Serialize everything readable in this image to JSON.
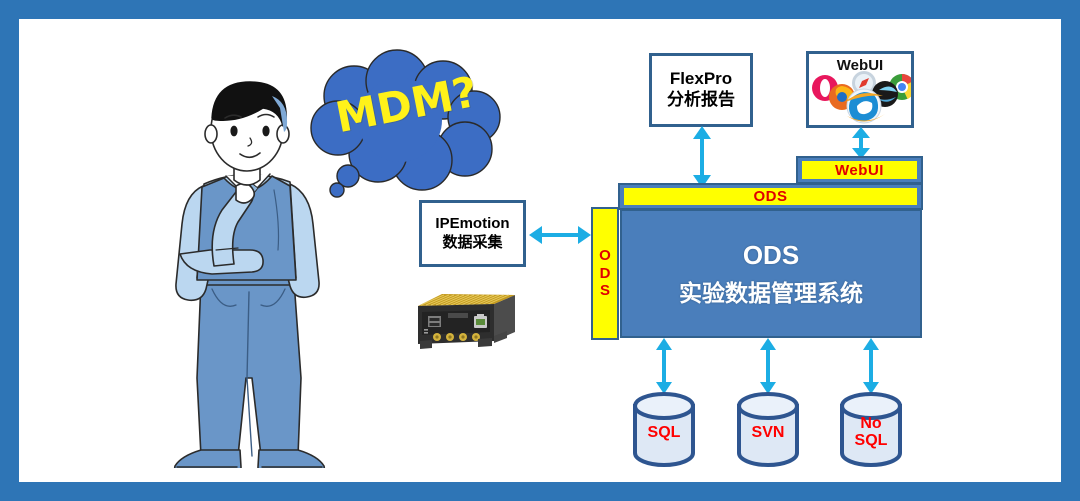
{
  "frame": {
    "border_color": "#2E75B6",
    "background": "#ffffff"
  },
  "palette": {
    "arrow_cyan": "#1CADE4",
    "ods_blue": "#4A7EBB",
    "ods_border": "#31618E",
    "ods_yellow": "#FFFF00",
    "label_red": "#E00000",
    "bubble_blue": "#3C6DC4",
    "bubble_text_yellow": "#FFF21A",
    "cylinder_fill": "#DEE8F5",
    "cylinder_stroke": "#2E5590",
    "person_shirt": "#BBD7F0",
    "person_vest": "#6A96C8",
    "person_hair": "#111111",
    "device_gold": "#D3A220",
    "device_body": "#3A3A3A"
  },
  "thought_bubble": {
    "text": "MDM?",
    "icon": "thought-cloud-icon"
  },
  "person": {
    "icon": "thinking-person-illustration",
    "pose": "hand-on-chin"
  },
  "boxes": {
    "flexpro": {
      "line1": "FlexPro",
      "line2": "分析报告"
    },
    "ipemotion": {
      "line1": "IPEmotion",
      "line2": "数据采集"
    },
    "webui_panel": {
      "title": "WebUI",
      "browsers": [
        {
          "name": "opera-icon",
          "label": "O"
        },
        {
          "name": "firefox-icon",
          "label": ""
        },
        {
          "name": "safari-icon",
          "label": ""
        },
        {
          "name": "chrome-icon",
          "label": ""
        },
        {
          "name": "edge-legacy-icon",
          "label": ""
        },
        {
          "name": "internet-explorer-icon",
          "label": "e"
        }
      ]
    }
  },
  "ods_system": {
    "webui_bar_label": "WebUI",
    "top_bar_label": "ODS",
    "side_bar_label": "ODS",
    "side_bar_letters": [
      "O",
      "D",
      "S"
    ],
    "title": "ODS",
    "subtitle": "实验数据管理系统"
  },
  "databases": [
    {
      "label": "SQL",
      "lines": [
        "SQL"
      ],
      "name": "database-cylinder-sql"
    },
    {
      "label": "SVN",
      "lines": [
        "SVN"
      ],
      "name": "database-cylinder-svn"
    },
    {
      "label": "NoSQL",
      "lines": [
        "No",
        "SQL"
      ],
      "name": "database-cylinder-nosql"
    }
  ],
  "arrows": [
    {
      "name": "arrow-flexpro-to-ods",
      "direction": "bidirectional-vertical"
    },
    {
      "name": "arrow-webuipanel-to-webuibar",
      "direction": "bidirectional-vertical"
    },
    {
      "name": "arrow-ipemotion-to-ods",
      "direction": "bidirectional-horizontal"
    },
    {
      "name": "arrow-ods-to-sql",
      "direction": "bidirectional-vertical"
    },
    {
      "name": "arrow-ods-to-svn",
      "direction": "bidirectional-vertical"
    },
    {
      "name": "arrow-ods-to-nosql",
      "direction": "bidirectional-vertical"
    }
  ],
  "device": {
    "name": "data-acquisition-device-illustration"
  }
}
